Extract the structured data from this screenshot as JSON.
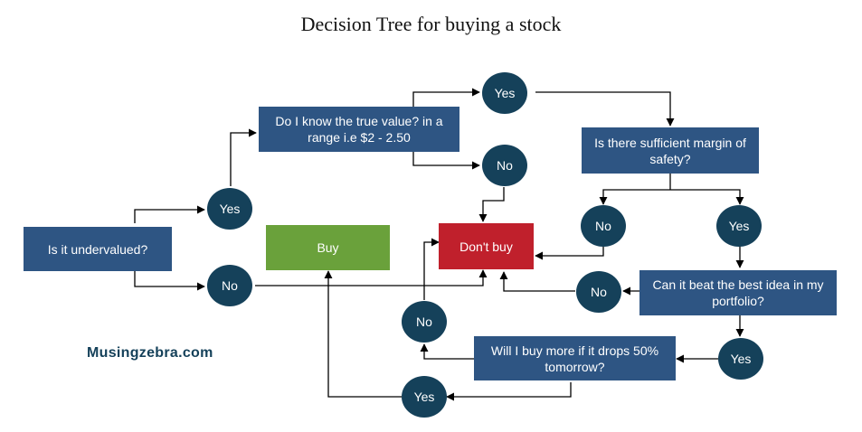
{
  "title": "Decision Tree for buying a stock",
  "brand": "Musingzebra.com",
  "nodes": {
    "q_undervalued": "Is it undervalued?",
    "q_true_value": "Do I know the true value? in a range i.e $2 - 2.50",
    "q_margin": "Is there sufficient margin of safety?",
    "q_best_idea": "Can it beat the best idea in my portfolio?",
    "q_buy_more": "Will I buy more if it drops 50% tomorrow?",
    "buy": "Buy",
    "dont_buy": "Don't buy"
  },
  "answers": {
    "yes": "Yes",
    "no": "No"
  },
  "colors": {
    "question": "#2e5583",
    "answer": "#15415a",
    "buy": "#6aa13b",
    "dont_buy": "#c0202c"
  }
}
